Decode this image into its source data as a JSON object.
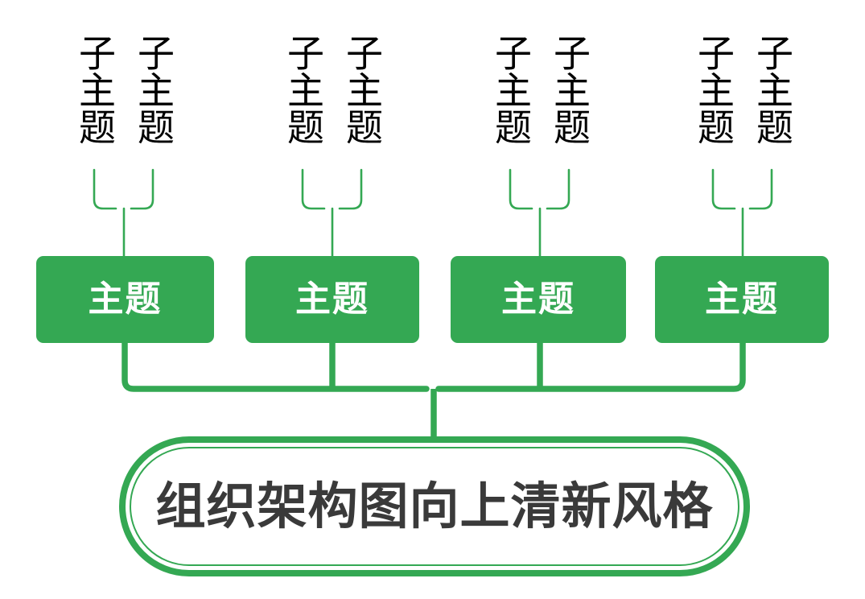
{
  "diagram": {
    "type": "organization-chart",
    "title": "组织架构图向上清新风格",
    "accent_color": "#34A853",
    "root_text_color": "#3a3a3a",
    "topic_text_color": "#ffffff",
    "subtopic_text_color": "#000000",
    "background_color": "#ffffff"
  },
  "root": {
    "label": "组织架构图向上清新风格"
  },
  "topics": [
    {
      "label": "主题",
      "subtopics": [
        {
          "label": "子主题"
        },
        {
          "label": "子主题"
        }
      ]
    },
    {
      "label": "主题",
      "subtopics": [
        {
          "label": "子主题"
        },
        {
          "label": "子主题"
        }
      ]
    },
    {
      "label": "主题",
      "subtopics": [
        {
          "label": "子主题"
        },
        {
          "label": "子主题"
        }
      ]
    },
    {
      "label": "主题",
      "subtopics": [
        {
          "label": "子主题"
        },
        {
          "label": "子主题"
        }
      ]
    }
  ]
}
